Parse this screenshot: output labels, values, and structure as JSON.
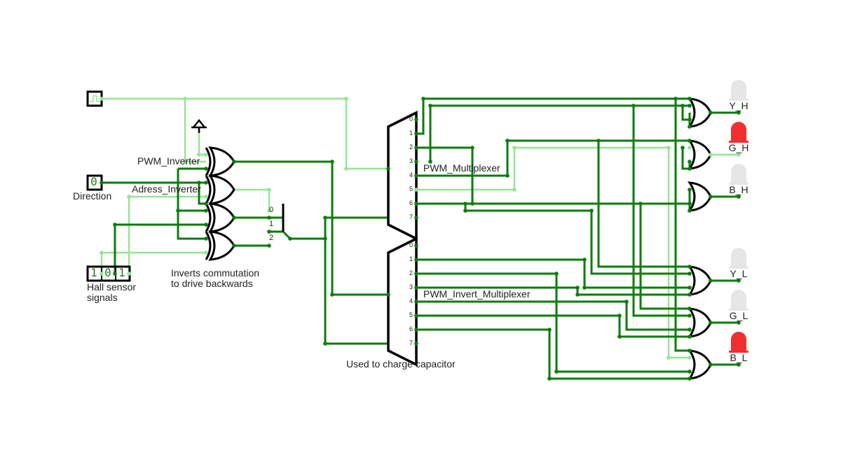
{
  "colors": {
    "wire_on": "#0a7d0a",
    "wire_off": "#93e693",
    "outline": "#000000",
    "led_on": "#f03030",
    "led_off": "#e6e6e6",
    "digit": "#1a7f1a"
  },
  "labels": {
    "pwm_inverter": "PWM_Inverter",
    "adress_inverter": "Adress_Inverter",
    "direction": "Direction",
    "hall_sensor": "Hall sensor",
    "hall_signals": "signals",
    "inverts_line1": "Inverts commutation",
    "inverts_line2": "to drive backwards",
    "pwm_multiplexer": "PWM_Multiplexer",
    "pwm_invert_multiplexer": "PWM_Invert_Multiplexer",
    "charge_capacitor": "Used to charge capacitor"
  },
  "direction_value": "0",
  "hall_values": [
    "1",
    "0",
    "1"
  ],
  "splitter_bits": [
    "0",
    "1",
    "2"
  ],
  "mux_inputs": [
    "0",
    "1",
    "2",
    "3",
    "4",
    "5",
    "6",
    "7"
  ],
  "outputs": [
    {
      "label": "Y_H",
      "lit": false
    },
    {
      "label": "G_H",
      "lit": true
    },
    {
      "label": "B_H",
      "lit": false
    },
    {
      "label": "Y_L",
      "lit": false
    },
    {
      "label": "G_L",
      "lit": false
    },
    {
      "label": "B_L",
      "lit": true
    }
  ]
}
